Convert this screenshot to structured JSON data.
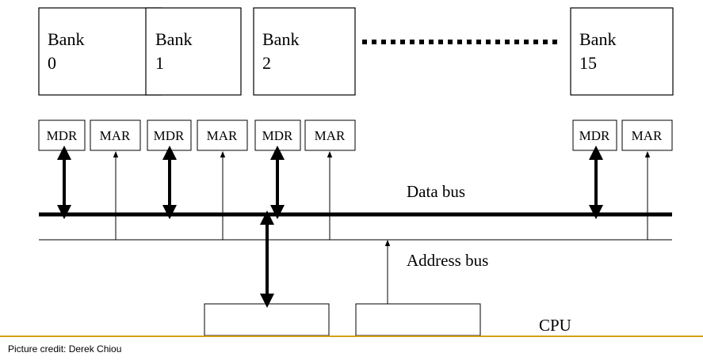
{
  "banks": [
    {
      "line1": "Bank",
      "line2": "0"
    },
    {
      "line1": "Bank",
      "line2": "1"
    },
    {
      "line1": "Bank",
      "line2": "2"
    },
    {
      "line1": "Bank",
      "line2": "15"
    }
  ],
  "registers": {
    "mdr": "MDR",
    "mar": "MAR"
  },
  "labels": {
    "data_bus": "Data bus",
    "address_bus": "Address bus",
    "cpu": "CPU"
  },
  "credit": "Picture credit: Derek Chiou",
  "colors": {
    "footer_line": "#d4a017",
    "stroke": "#000000"
  }
}
